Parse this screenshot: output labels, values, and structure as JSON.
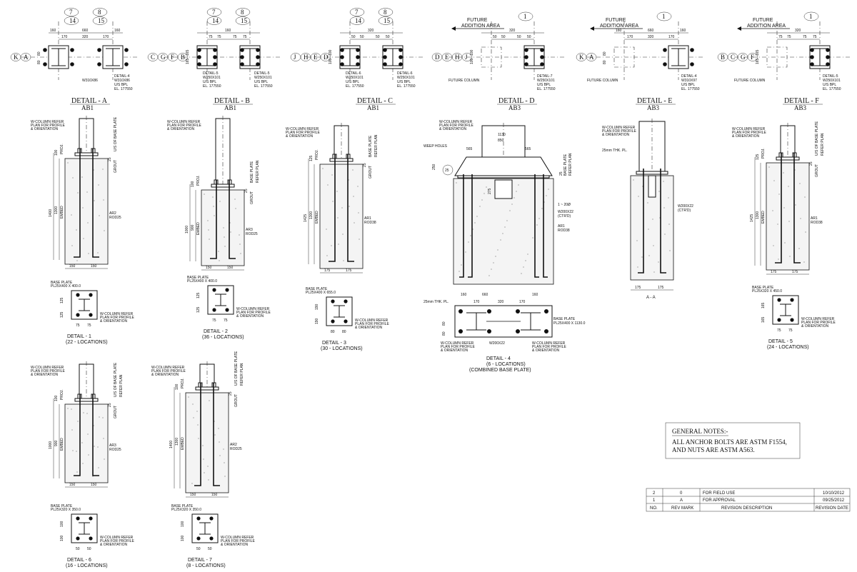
{
  "plan_details": [
    {
      "title": "DETAIL - A",
      "sub": "AB1",
      "grids": [
        "K",
        "A"
      ],
      "gridTop": [
        "7",
        "14",
        "8",
        "15"
      ],
      "dims": [
        "160",
        "660",
        "160",
        "170",
        "320",
        "170",
        "80",
        "80"
      ],
      "notes": [
        "W310X86",
        "DETAIL-4",
        "W310X86",
        "U/S BPL",
        "EL. 177550"
      ]
    },
    {
      "title": "DETAIL - B",
      "sub": "AB1",
      "grids": [
        "C",
        "G",
        "F",
        "B"
      ],
      "gridTop": [
        "7",
        "14",
        "8",
        "15"
      ],
      "dims": [
        "160",
        "75",
        "75",
        "75",
        "75",
        "165",
        "165"
      ],
      "notes": [
        "DETAIL-5",
        "W250X101",
        "U/S BPL",
        "EL. 177550",
        "DETAIL-5",
        "W250X101",
        "U/S BPL",
        "EL. 177550"
      ]
    },
    {
      "title": "DETAIL - C",
      "sub": "AB1",
      "grids": [
        "J",
        "H",
        "E",
        "D"
      ],
      "gridTop": [
        "7",
        "14",
        "8",
        "15"
      ],
      "dims": [
        "320",
        "50",
        "50",
        "50",
        "50",
        "100",
        "100"
      ],
      "notes": [
        "DETAIL-6",
        "W250X101",
        "U/S BPL",
        "EL. 177550",
        "DETAIL-6",
        "W250X101",
        "U/S BPL",
        "EL. 177550"
      ]
    },
    {
      "title": "DETAIL - D",
      "sub": "AB3",
      "grids": [
        "D",
        "E",
        "H",
        "J"
      ],
      "gridTop": [
        "1"
      ],
      "dims": [
        "320",
        "50",
        "50",
        "50",
        "50",
        "100",
        "100"
      ],
      "notes": [
        "FUTURE",
        "ADDITION AREA",
        "FUTURE COLUMN",
        "DETAIL-7",
        "W250X101",
        "U/S BPL",
        "EL. 177550"
      ]
    },
    {
      "title": "DETAIL - E",
      "sub": "AB3",
      "grids": [
        "K",
        "A"
      ],
      "gridTop": [
        "1"
      ],
      "dims": [
        "160",
        "660",
        "160",
        "170",
        "320",
        "170",
        "80",
        "80"
      ],
      "notes": [
        "FUTURE",
        "ADDITION AREA",
        "FUTURE COLUMN",
        "DETAIL-4",
        "W310X97",
        "U/S BPL",
        "EL. 177550"
      ]
    },
    {
      "title": "DETAIL - F",
      "sub": "AB3",
      "grids": [
        "B",
        "C",
        "G",
        "F"
      ],
      "gridTop": [
        "1"
      ],
      "dims": [
        "320",
        "75",
        "75",
        "75",
        "75",
        "165",
        "165"
      ],
      "notes": [
        "FUTURE",
        "ADDITION AREA",
        "FUTURE COLUMN",
        "DETAIL-5",
        "W250X101",
        "U/S BPL",
        "EL. 177550"
      ]
    }
  ],
  "section_details": [
    {
      "title": "DETAIL - 1",
      "locations": "(22 - LOCATIONS)",
      "bp_label": "BASE PLATE",
      "bp_size": "PL25X400  X 400.0",
      "col_note": [
        "W-COLUMN REFER",
        "PLAN FOR PROFILE",
        "& ORIENTATION"
      ],
      "dims": {
        "embed_total": "1400",
        "embed": "1300",
        "embed_word": "EMBED",
        "proj": "100",
        "proj_word": "PROJ.",
        "grout": "25",
        "grout_word": "GROUT",
        "w1": "150",
        "w2": "150",
        "pd1": "125",
        "pd2": "125",
        "pw1": "75",
        "pw2": "75"
      },
      "rod": [
        "AR2",
        "ROD25"
      ],
      "bpnote": [
        "U/S OF BASE PLATE"
      ]
    },
    {
      "title": "DETAIL - 2",
      "locations": "(36 - LOCATIONS)",
      "bp_label": "BASE PLATE",
      "bp_size": "PL25X400  X 400.0",
      "col_note": [
        "W-COLUMN REFER",
        "PLAN FOR PROFILE",
        "& ORIENTATION"
      ],
      "dims": {
        "embed_total": "1000",
        "embed": "900",
        "embed_word": "EMBED",
        "proj": "100",
        "proj_word": "PROJ.",
        "grout": "25",
        "grout_word": "GROUT",
        "w1": "150",
        "w2": "150",
        "pd1": "125",
        "pd2": "125",
        "pw1": "75",
        "pw2": "75"
      },
      "rod": [
        "AR3",
        "ROD25"
      ],
      "bpnote": [
        "BASE PLATE",
        "REFER PLAN"
      ]
    },
    {
      "title": "DETAIL - 3",
      "locations": "(30 - LOCATIONS)",
      "bp_label": "BASE PLATE",
      "bp_size": "PL25X400  X 655.0",
      "col_note": [
        "W-COLUMN REFER",
        "PLAN FOR PROFILE",
        "& ORIENTATION"
      ],
      "dims": {
        "embed_total": "1425",
        "embed": "1300",
        "embed_word": "EMBED",
        "proj": "125",
        "proj_word": "PROJ.",
        "grout": "25",
        "grout_word": "GROUT",
        "w1": "175",
        "w2": "175",
        "pd1": "190",
        "pd2": "190",
        "pw1": "80",
        "pw2": "80"
      },
      "rod": [
        "AR1",
        "ROD38"
      ],
      "bpnote": [
        "BASE PLATE",
        "REFER PLAN"
      ]
    },
    {
      "title": "DETAIL - 4",
      "locations": "(6 - LOCATIONS)",
      "extra": "(COMBINED BASE PLATE)",
      "bp_label": "BASE PLATE",
      "bp_size": "PL25X400  X 1130.0",
      "col_note": [
        "W-COLUMN REFER",
        "PLAN FOR PROFILE",
        "& ORIENTATION"
      ],
      "dims": {
        "w1": "565",
        "w2": "565",
        "top": "1130",
        "mid": "850",
        "weep": "WEEP HOLES",
        "h250": "250",
        "d25": "25",
        "d275": "275",
        "grout": "25",
        "pd1": "160",
        "pd2": "660",
        "pd3": "160",
        "pw1": "170",
        "pw2": "320",
        "pw3": "170",
        "h80a": "80",
        "h80b": "80",
        "thk": "25mm THK. PL."
      },
      "rod": [
        "AR1",
        "ROD38"
      ],
      "extra_notes": [
        "1 ~ 20Ø",
        "W200X22",
        "(CTR'D)",
        "W200X22"
      ],
      "bpnote": [
        "BASE PLATE",
        "REFER PLAN"
      ]
    },
    {
      "title": "DETAIL - 5",
      "locations": "(24 - LOCATIONS)",
      "bp_label": "BASE PLATE",
      "bp_size": "PL25X320  X 450.0",
      "col_note": [
        "W-COLUMN REFER",
        "PLAN FOR PROFILE",
        "& ORIENTATION"
      ],
      "dims": {
        "embed_total": "1425",
        "embed": "1300",
        "embed_word": "EMBED",
        "proj": "125",
        "proj_word": "PROJ.",
        "grout": "25",
        "grout_word": "GROUT",
        "w1": "175",
        "w2": "175",
        "pd1": "165",
        "pd2": "165",
        "pw1": "75",
        "pw2": "75"
      },
      "rod": [
        "AR1",
        "ROD38"
      ],
      "bpnote": [
        "U/S OF BASE PLATE",
        "REFER PLAN"
      ]
    },
    {
      "title": "DETAIL - 6",
      "locations": "(16 - LOCATIONS)",
      "bp_label": "BASE PLATE",
      "bp_size": "PL25X320  X 350.0",
      "col_note": [
        "W-COLUMN REFER",
        "PLAN FOR PROFILE",
        "& ORIENTATION"
      ],
      "dims": {
        "embed_total": "1000",
        "embed": "900",
        "embed_word": "EMBED",
        "proj": "100",
        "proj_word": "PROJ.",
        "grout": "25",
        "grout_word": "GROUT",
        "w1": "150",
        "w2": "150",
        "pd1": "100",
        "pd2": "100",
        "pw1": "50",
        "pw2": "50"
      },
      "rod": [
        "AR3",
        "ROD25"
      ],
      "bpnote": [
        "U/S OF BASE PLATE",
        "REFER PLAN"
      ]
    },
    {
      "title": "DETAIL - 7",
      "locations": "(8 - LOCATIONS)",
      "bp_label": "BASE PLATE",
      "bp_size": "PL25X320  X 350.0",
      "col_note": [
        "W-COLUMN REFER",
        "PLAN FOR PROFILE",
        "& ORIENTATION"
      ],
      "dims": {
        "embed_total": "1400",
        "embed": "1300",
        "embed_word": "EMBED",
        "proj": "100",
        "proj_word": "PROJ.",
        "grout": "25",
        "grout_word": "GROUT",
        "w1": "150",
        "w2": "150",
        "pd1": "100",
        "pd2": "100",
        "pw1": "50",
        "pw2": "50"
      },
      "rod": [
        "AR2",
        "ROD25"
      ],
      "bpnote": [
        "U/S OF BASE PLATE",
        "REFER PLAN"
      ]
    }
  ],
  "detailE_extra": {
    "thk": "25mm THK. PL.",
    "w": "W200X22",
    "ctr": "(CTR'D)",
    "sec": "A - A",
    "w1": "175",
    "w2": "175"
  },
  "general_notes": {
    "heading": "GENERAL NOTES:-",
    "line1": "ALL ANCHOR BOLTS ARE ASTM F1554,",
    "line2": "AND NUTS ARE ASTM A563."
  },
  "revision_table": {
    "rows": [
      {
        "no": "2",
        "mark": "0",
        "desc": "FOR FIELD USE",
        "date": "10/10/2012"
      },
      {
        "no": "1",
        "mark": "A",
        "desc": "FOR APPROVAL",
        "date": "09/25/2012"
      }
    ],
    "header": {
      "no": "NO.",
      "mark": "REV MARK",
      "desc": "REVISION DESCRIPTION",
      "date": "REVISION DATE"
    }
  }
}
